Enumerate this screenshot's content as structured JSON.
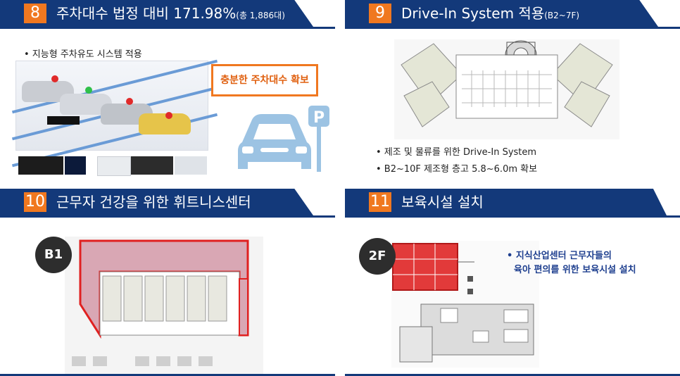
{
  "panel8": {
    "num": "8",
    "title_main": "주차대수 법정 대비 171.98%",
    "title_sub": "(총 1,886대)",
    "bullet": "• 지능형 주차유도 시스템 적용",
    "callout": "충분한 주차대수 확보",
    "sign_letter": "P"
  },
  "panel9": {
    "num": "9",
    "title_main": "Drive-In System 적용",
    "title_sub": "(B2~7F)",
    "bullet1": "• 제조 및 물류를 위한 Drive-In System",
    "bullet2": "• B2~10F 제조형 층고 5.8~6.0m 확보"
  },
  "panel10": {
    "num": "10",
    "title": "근무자 건강을 위한 휘트니스센터",
    "badge": "B1"
  },
  "panel11": {
    "num": "11",
    "title": "보육시설 설치",
    "badge": "2F",
    "bullet_line1": "• 지식산업센터 근무자들의",
    "bullet_line2": "육아 편의를 위한 보육시설 설치"
  },
  "colors": {
    "header_blue": "#13397a",
    "accent_orange": "#f07820",
    "highlight_red": "#e02020"
  }
}
